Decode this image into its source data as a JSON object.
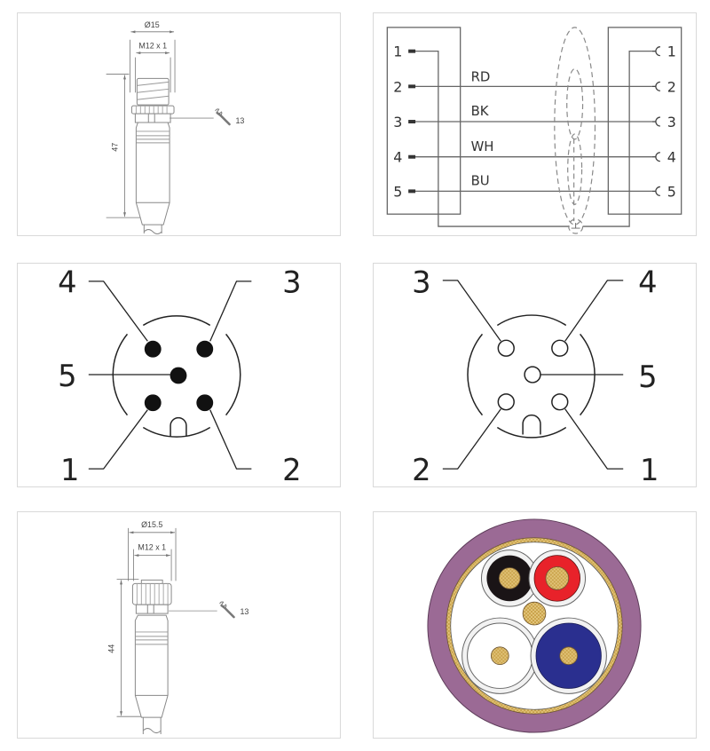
{
  "male_connector_drawing": {
    "outer_diameter": "Ø15",
    "thread": "M12 x 1",
    "length": "47",
    "wrench_size": "13"
  },
  "wiring_diagram": {
    "left_pins": [
      "1",
      "2",
      "3",
      "4",
      "5"
    ],
    "right_pins": [
      "1",
      "2",
      "3",
      "4",
      "5"
    ],
    "wire_colors": [
      "RD",
      "BK",
      "WH",
      "BU"
    ]
  },
  "male_pinout": {
    "pins": [
      "1",
      "2",
      "3",
      "4",
      "5"
    ],
    "label_4": "4",
    "label_3": "3",
    "label_5": "5",
    "label_1": "1",
    "label_2": "2"
  },
  "female_pinout": {
    "label_3": "3",
    "label_4": "4",
    "label_5": "5",
    "label_2": "2",
    "label_1": "1"
  },
  "female_connector_drawing": {
    "outer_diameter": "Ø15.5",
    "thread": "M12 x 1",
    "length": "44",
    "wrench_size": "13"
  },
  "cable_cross_section": {
    "jacket_color": "#9b6a95",
    "shield_color": "#c9a24a",
    "conductor_colors": {
      "black": "#1a1416",
      "red": "#e8222a",
      "white": "#ffffff",
      "blue": "#2a2f8f"
    }
  }
}
